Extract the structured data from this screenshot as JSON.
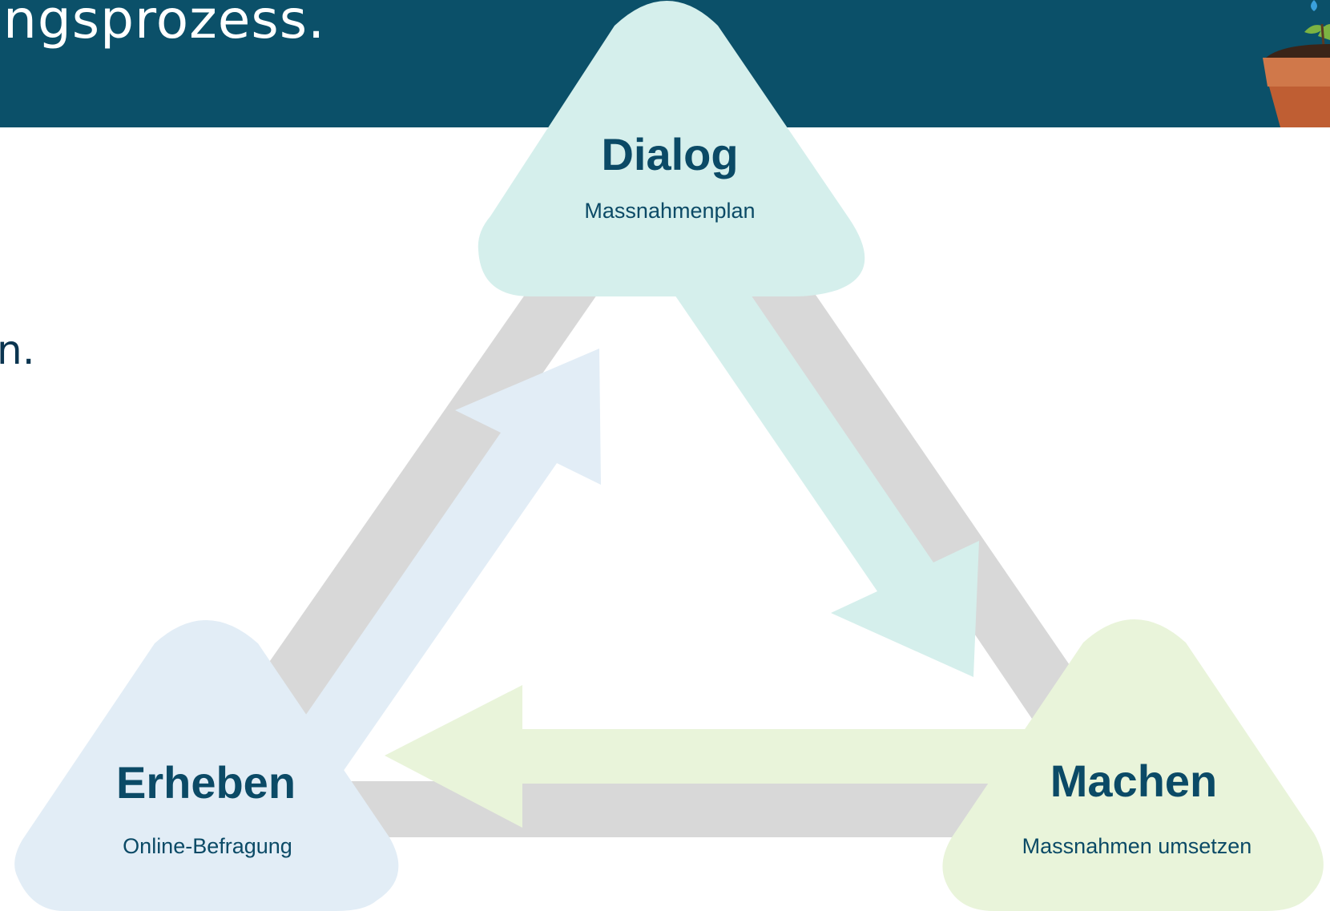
{
  "header": {
    "title_fragment": "ngsprozess.",
    "band_color": "#0b5069"
  },
  "body": {
    "text_fragment": "n."
  },
  "icons": {
    "corner": "plant-pot-icon"
  },
  "diagram": {
    "nodes": {
      "dialog": {
        "title": "Dialog",
        "subtitle": "Massnahmenplan",
        "color": "#d5efec"
      },
      "erheben": {
        "title": "Erheben",
        "subtitle": "Online-Befragung",
        "color": "#e2edf6"
      },
      "machen": {
        "title": "Machen",
        "subtitle": "Massnahmen umsetzen",
        "color": "#e9f4da"
      }
    },
    "colors": {
      "frame": "#d8d8d8",
      "arrow_dialog_to_machen": "#d5efec",
      "arrow_machen_to_erheben": "#e9f4da",
      "arrow_erheben_to_dialog": "#e2edf6"
    }
  }
}
